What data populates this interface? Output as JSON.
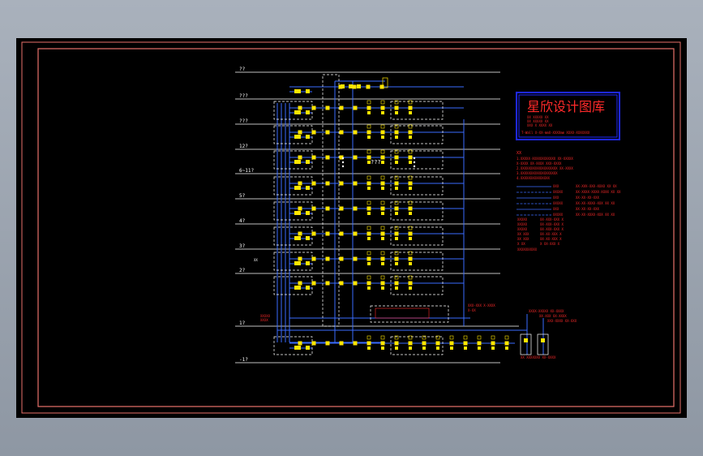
{
  "title_block": {
    "title": "星欣设计图库",
    "line1": "XX  XXXXX  XX",
    "line2": "XX  XXXXX  XX",
    "line3": "XXX    X  XXXX  XX",
    "footer": "T-Wall  X-XX-mmX-XXXXmm  XXXX-XXXXXXX"
  },
  "floor_labels": [
    "??",
    "???",
    "???",
    "12?",
    "6~11?",
    "5?",
    "4?",
    "3?",
    "2?",
    "1?",
    "-1?"
  ],
  "center_note": "???",
  "colors": {
    "background": "#000000",
    "frame": "#e8716a",
    "pipe": "#3a6cff",
    "device": "#ffe600",
    "text": "#ff2a2a",
    "dashed": "#ffffff",
    "title_border": "#1e28ff"
  },
  "notes": {
    "header": "XX",
    "lines": [
      "1.XXXXX-XXXXXXXXXXXX   XX-XXXXX",
      "  X-XXXX  XX-XXXX  XXX-XXXX",
      "2.XXXXXXXXXXXXXXXXXXX  XX-XXXX",
      "3.XXXXXXXXXXXXXXXXXXX",
      "4.XXXXXXXXXXXXXXX"
    ]
  },
  "legend": [
    {
      "code": "XXX",
      "desc": "XX-XVX-XXX-XXXX XX XX"
    },
    {
      "code": "XXXXX",
      "desc": "XX-XXXX-XXXX-XXXX XX XX"
    },
    {
      "code": "XXX",
      "desc": "XX-XX-XX-XXX"
    },
    {
      "code": "XXXXX",
      "desc": "XX-XX-XXXX-XXX XX XX"
    },
    {
      "code": "XXX",
      "desc": "XX-XX-XX-XXX"
    },
    {
      "code": "XXXXX",
      "desc": "XX-XX-XXXX-XXX XX XX"
    }
  ],
  "legend2": [
    {
      "code": "XXXXX",
      "desc": "XX-XXX-XXX X"
    },
    {
      "code": "XXXXX",
      "desc": "XX-XXX-XXX X"
    },
    {
      "code": "XXXXX",
      "desc": "XX-XXX-XXX X"
    },
    {
      "code": "XX XXX",
      "desc": "XX-XX-XXX X"
    },
    {
      "code": "XX XXX",
      "desc": "XX-XX-XXX X"
    },
    {
      "code": "X XX",
      "desc": "X XX-XXX X"
    }
  ],
  "legend2_footer": "XXXXXXXXXX",
  "basement_note": "XXX-XXX  X-XXXX",
  "basement_note2": "X-XX",
  "tank_note1": "XXXX-XXXXX  XX-XXXX",
  "tank_note2": "XX-XXX  XX-XXXX",
  "tank_note3": "XXX-XXXX  XX-XXX",
  "tank_note4": "XX  XXXXXXX  XX-XXXX",
  "vert_labels": [
    "XXXXX",
    "XXXX"
  ],
  "side_label": "XX"
}
